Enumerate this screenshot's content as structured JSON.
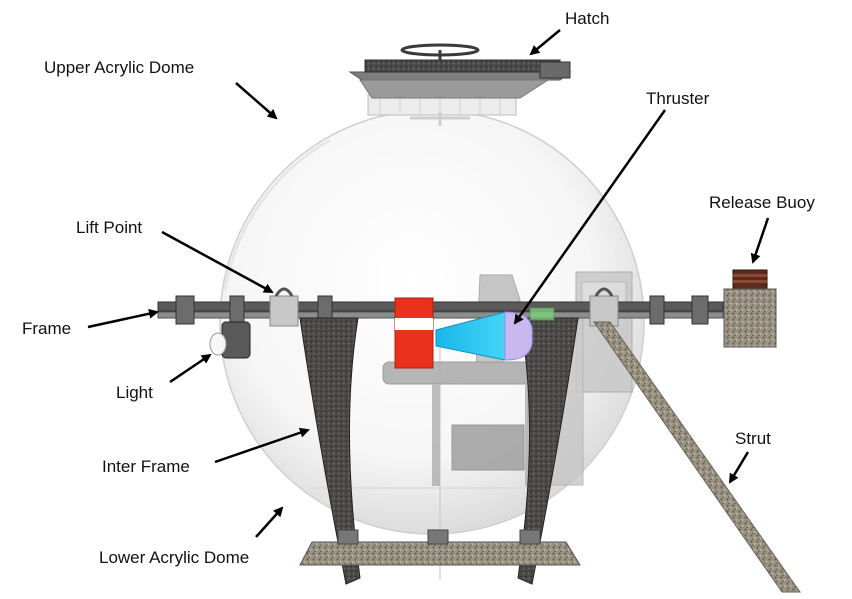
{
  "labels": {
    "hatch": "Hatch",
    "upper_dome": "Upper Acrylic Dome",
    "thruster": "Thruster",
    "release_buoy": "Release Buoy",
    "lift_point": "Lift Point",
    "frame": "Frame",
    "light": "Light",
    "inter_frame": "Inter Frame",
    "strut": "Strut",
    "lower_dome": "Lower Acrylic Dome"
  },
  "colors": {
    "frame_metal": "#4a4a4a",
    "dome_glass": "#f3f3f3",
    "thruster_cyan": "#25c6f0",
    "thruster_purple": "#c9b8ef",
    "red_block": "#e8321e",
    "buoy_gravel": "#8a8170",
    "arrow": "#000000"
  }
}
